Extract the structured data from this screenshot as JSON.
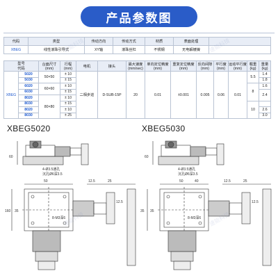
{
  "banner": {
    "title": "产品参数图"
  },
  "spec_table": {
    "headers": [
      "代码",
      "类型",
      "传动方向",
      "传动方式",
      "材质",
      "表面处理"
    ],
    "row": [
      "XBEG",
      "线性滚珠引导式",
      "XY轴",
      "滚珠丝杠",
      "不锈钢",
      "无电解镀镍"
    ]
  },
  "model_table": {
    "headers": [
      "型号",
      "台面尺寸 (mm)",
      "行程 (mm)",
      "电机",
      "接头",
      "最大速度 (mm/sec)",
      "单向定位精度 (mm)",
      "重复定位精度 (mm)",
      "反向间隙 (mm)",
      "平行度 (mm)",
      "运动平行度 (mm)",
      "载重 (kg)",
      "重量 (kg)"
    ],
    "code_label": "代码",
    "code": "XBEG",
    "models": [
      "5020",
      "5030",
      "6020",
      "6030",
      "8020",
      "8030",
      "8020",
      "8030"
    ],
    "sizes": [
      "50×50",
      "60×60",
      "80×80"
    ],
    "strokes": [
      "± 10",
      "± 15",
      "± 10",
      "± 15",
      "± 10",
      "± 15",
      "± 10",
      "± 25"
    ],
    "motor": "二相步进",
    "connector": "D-SUB-15P",
    "speed": "20",
    "uni_accuracy": "0.01",
    "repeat_accuracy": "±0.001",
    "backlash": "0.005",
    "parallelism": "0.06",
    "motion_parallelism": "0.01",
    "loads": [
      "5.5",
      "8",
      "10"
    ],
    "weights": [
      "1.4",
      "1.8",
      "1.6",
      "2.4",
      "2.6",
      "3.0"
    ]
  },
  "drawings": [
    {
      "title": "XBEG5020",
      "dims": [
        "60",
        "4-Ø3.5通孔",
        "沉孔Ø6深3.5",
        "50",
        "12.5",
        "25",
        "160",
        "35",
        "12.5",
        "8-M3深6"
      ]
    },
    {
      "title": "XBEG5030",
      "dims": [
        "60",
        "4-Ø3.5通孔",
        "沉孔Ø6深3.5",
        "50",
        "40",
        "12.5",
        "25",
        "35",
        "35",
        "12.5",
        "8-M3深6"
      ]
    }
  ],
  "watermark": "速能科技"
}
